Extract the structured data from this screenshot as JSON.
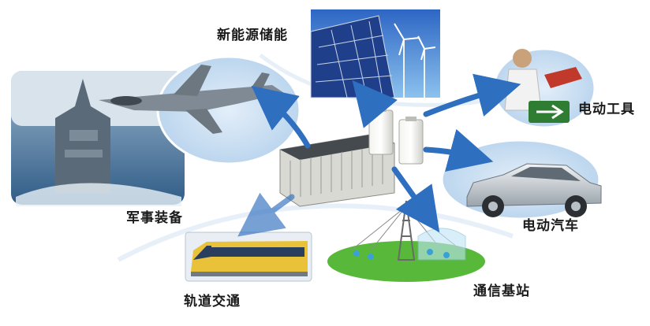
{
  "labels": {
    "energy_storage": "新能源储能",
    "power_tools": "电动工具",
    "military": "军事装备",
    "electric_vehicle": "电动汽车",
    "rail_transit": "轨道交通",
    "telecom_station": "通信基站"
  },
  "colors": {
    "arrow": "#2f6fc0",
    "halo": "#cfe3f4",
    "ground_green": "#58b83a",
    "label_text": "#1a1a1a"
  }
}
